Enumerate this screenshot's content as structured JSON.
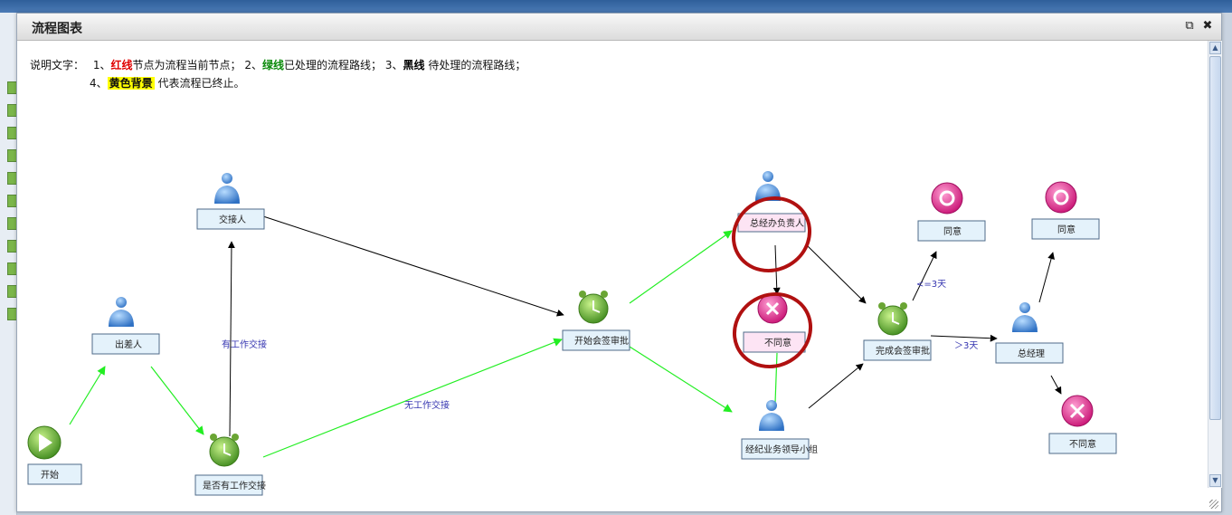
{
  "dialog": {
    "title": "流程图表"
  },
  "legend": {
    "intro": "说明文字：",
    "item1_num": "1、",
    "item1_key": "红线",
    "item1_text": "节点为流程当前节点；",
    "item2_num": "2、",
    "item2_key": "绿线",
    "item2_text": "已处理的流程路线；",
    "item3_num": "3、",
    "item3_key": "黑线",
    "item3_text": " 待处理的流程路线；",
    "item4_num": "4、",
    "item4_key": "黄色背景",
    "item4_text": " 代表流程已终止。"
  },
  "nodes": {
    "start": "开始",
    "chuchai": "出差人",
    "jiaojie": "交接人",
    "shifou": "是否有工作交接",
    "kaishi_huiqian": "开始会签审批",
    "zongjingban": "总经办负责人",
    "butongyi_1": "不同意",
    "jingji_xiaozu": "经纪业务领导小组",
    "wancheng_huiqian": "完成会签审批",
    "tongyi_1": "同意",
    "zongjingli": "总经理",
    "tongyi_2": "同意",
    "butongyi_2": "不同意"
  },
  "edges": {
    "you_jiaojie": "有工作交接",
    "wu_jiaojie": "无工作交接",
    "le3": "<=3天",
    "gt3": "＞3天"
  },
  "colors": {
    "processed": "#22ee22",
    "pending": "#000000",
    "current": "#d01010",
    "terminated": "#ffff00"
  }
}
